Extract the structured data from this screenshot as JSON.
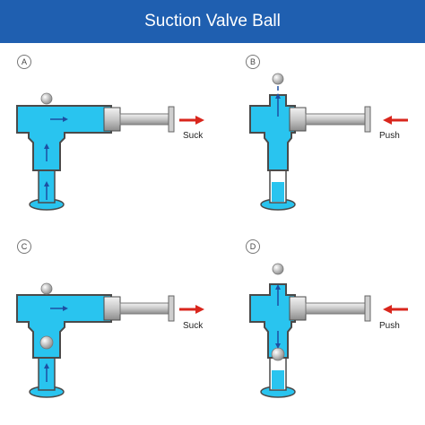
{
  "title": "Suction Valve Ball",
  "panels": [
    {
      "letter": "A",
      "action": "Suck"
    },
    {
      "letter": "B",
      "action": "Push"
    },
    {
      "letter": "C",
      "action": "Suck"
    },
    {
      "letter": "D",
      "action": "Push"
    }
  ],
  "colors": {
    "header": "#1f5fb0",
    "fluid": "#29c4ef",
    "flow_arrow": "#1d4fa3",
    "motion_arrow": "#d9261c",
    "housing": "#4a4a4a"
  }
}
